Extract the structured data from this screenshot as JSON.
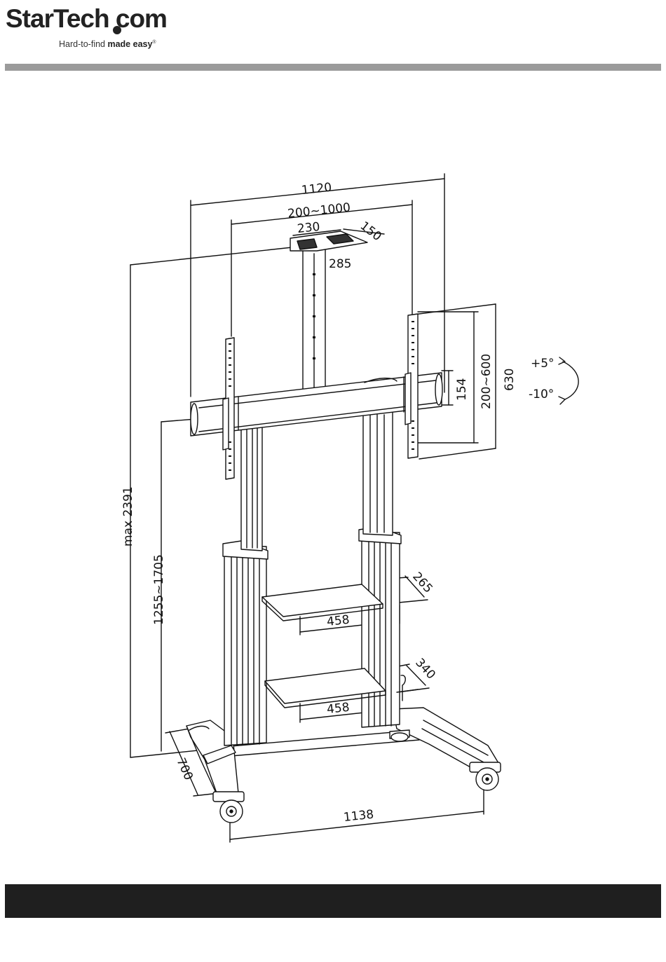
{
  "brand": {
    "logo_name": "StarTech.com",
    "logo_word": "StarTech com",
    "tagline_plain": "Hard-to-find ",
    "tagline_bold": "made easy",
    "trademark": "®"
  },
  "dimensions": {
    "overall_width": "1120",
    "mount_width_range": "200~1000",
    "top_plate_width": "230",
    "top_plate_depth": "150",
    "top_plate_length": "285",
    "bracket_height": "154",
    "mount_height_range": "200~600",
    "bracket_length": "630",
    "tilt_up": "+5°",
    "tilt_down": "-10°",
    "max_height": "max 2391",
    "height_range": "1255~1705",
    "upper_shelf_depth": "265",
    "upper_shelf_width": "458",
    "lower_shelf_depth": "340",
    "lower_shelf_width": "458",
    "base_depth": "700",
    "base_width": "1138"
  }
}
